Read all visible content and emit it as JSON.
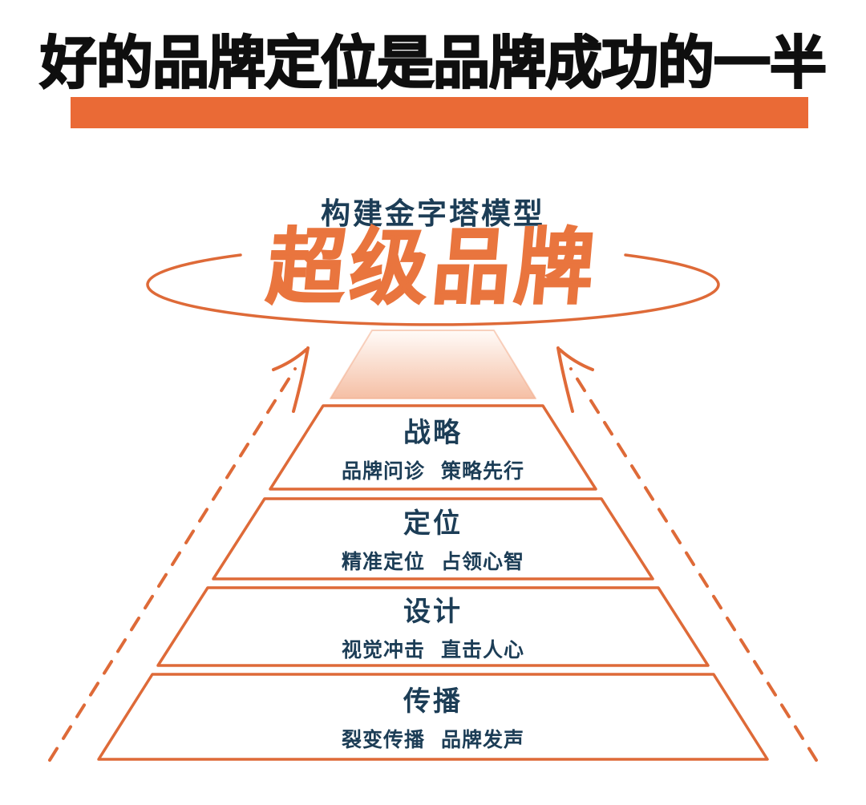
{
  "header": {
    "title": "好的品牌定位是品牌成功的一半"
  },
  "model": {
    "subtitle": "构建金字塔模型",
    "logotype": "超级品牌"
  },
  "pyramid": {
    "levels": [
      {
        "title": "战略",
        "subtitle": "品牌问诊 策略先行"
      },
      {
        "title": "定位",
        "subtitle": "精准定位 占领心智"
      },
      {
        "title": "设计",
        "subtitle": "视觉冲击 直击人心"
      },
      {
        "title": "传播",
        "subtitle": "裂变传播 品牌发声"
      }
    ]
  },
  "colors": {
    "accent_orange": "#EA6A36",
    "outline_orange": "#DE6A38",
    "logotype_orange": "#E9753E",
    "text_navy": "#1C3D56",
    "title_black": "#0F0F0F",
    "apex_gradient_top": "#FFFBF8",
    "apex_gradient_bottom": "#F5BFA5"
  }
}
